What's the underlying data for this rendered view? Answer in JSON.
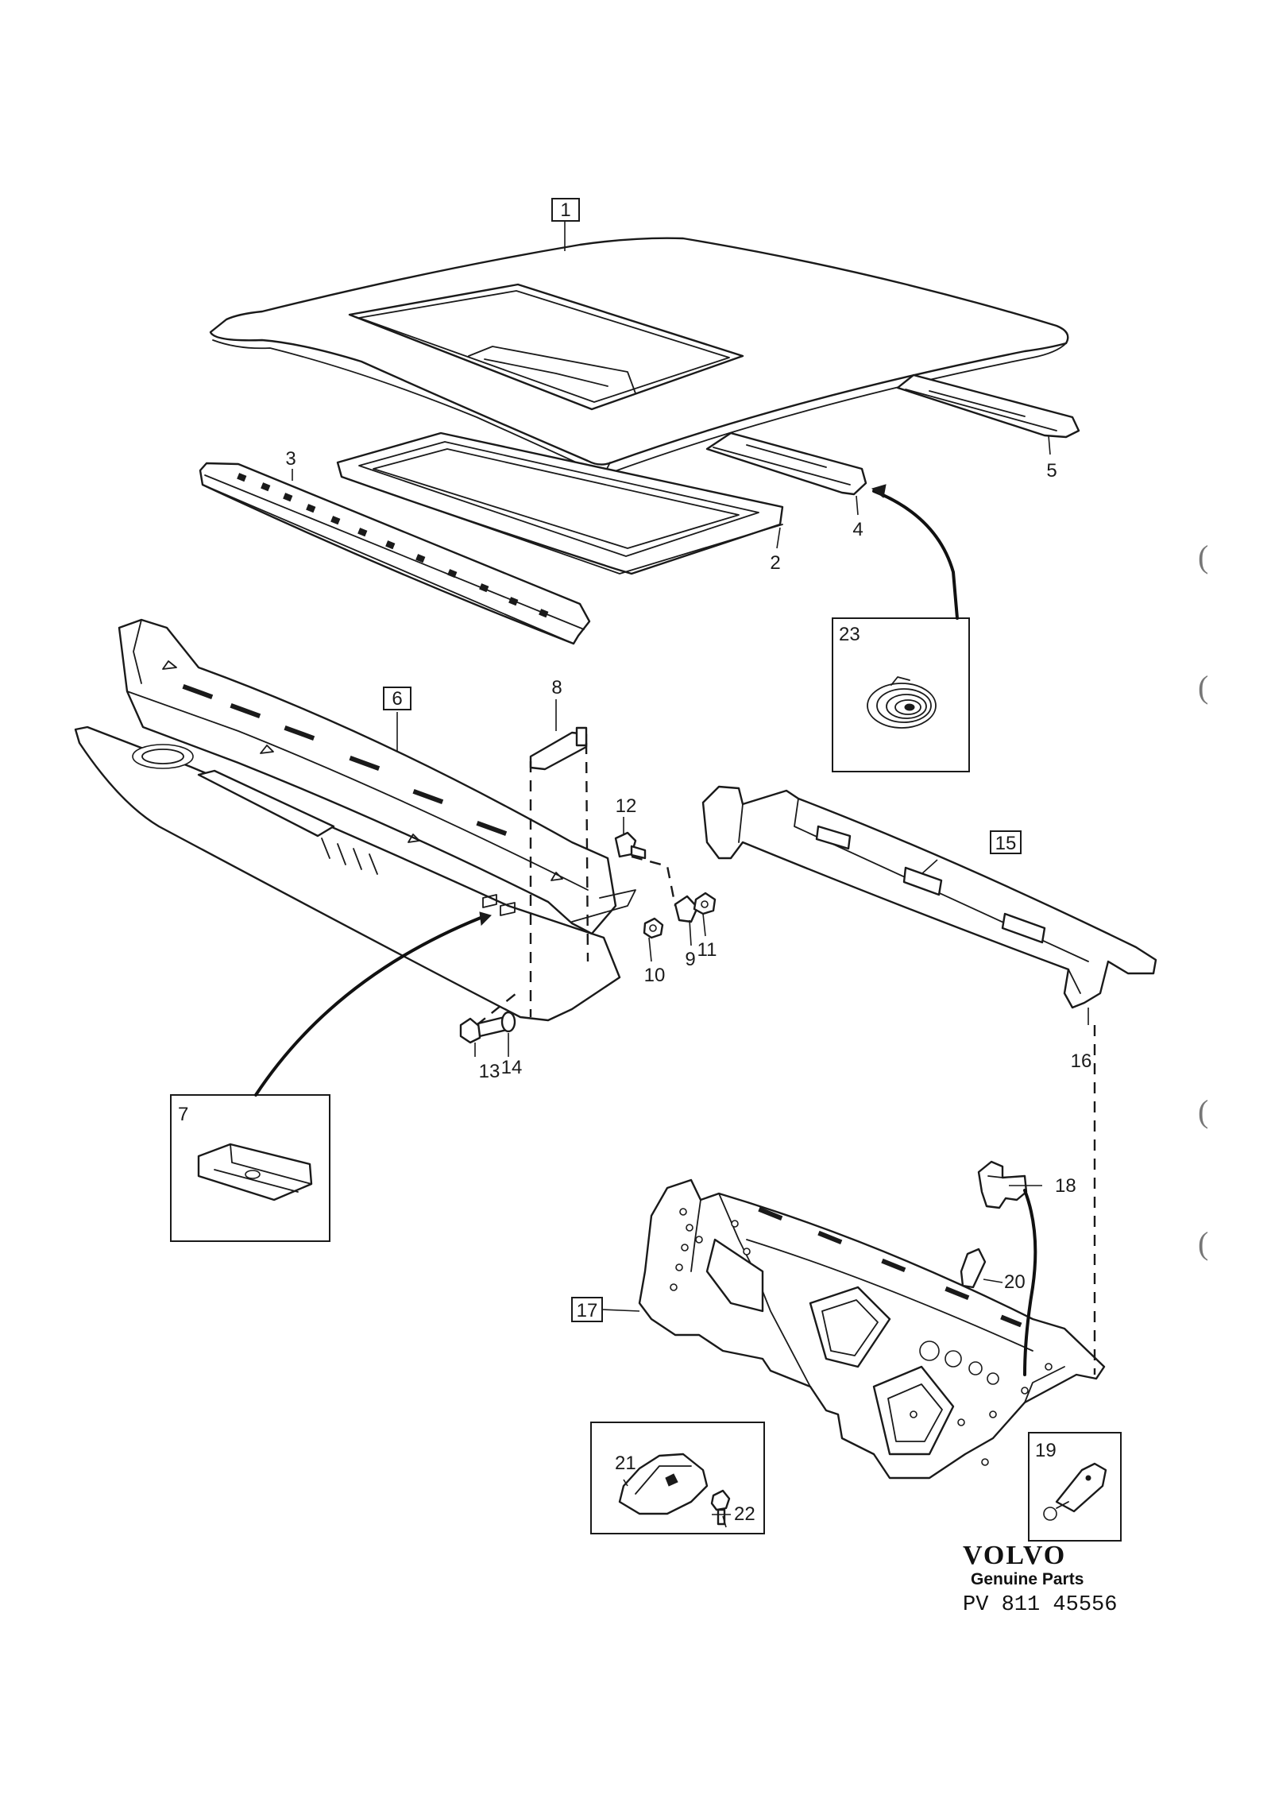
{
  "labels": {
    "p1": "1",
    "p2": "2",
    "p3": "3",
    "p4": "4",
    "p5": "5",
    "p6": "6",
    "p7": "7",
    "p8": "8",
    "p9": "9",
    "p10": "10",
    "p11": "11",
    "p12": "12",
    "p13": "13",
    "p14": "14",
    "p15": "15",
    "p16": "16",
    "p17": "17",
    "p18": "18",
    "p19": "19",
    "p20": "20",
    "p21": "21",
    "p22": "22",
    "p23": "23"
  },
  "margin_marks": [
    "(",
    "(",
    "(",
    "("
  ],
  "brand": {
    "logo": "VOLVO",
    "subtitle": "Genuine Parts",
    "code": "PV 811 45556"
  }
}
